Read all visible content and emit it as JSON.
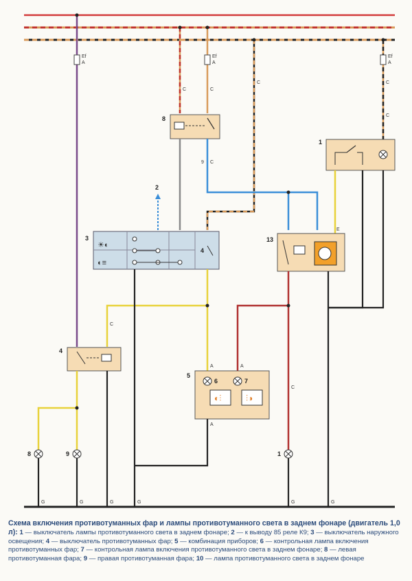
{
  "diagram": {
    "fuse_labels": {
      "ef": "Ef",
      "a": "A"
    },
    "connector_labels": {
      "c": "C",
      "a": "A",
      "g": "G",
      "e": "E",
      "pin9": "9"
    },
    "component_numbers": {
      "n1_top": "1",
      "n2": "2",
      "n3": "3",
      "n4_switch": "4",
      "n4_relay": "4",
      "n5": "5",
      "n6": "6",
      "n7": "7",
      "n8_relay": "8",
      "n13": "13",
      "n8_lamp": "8",
      "n9_lamp": "9",
      "n1_lamp": "1"
    },
    "wire_colors": {
      "red": "#d23a3a",
      "yellow": "#e8d23a",
      "blue": "#3a8ed8",
      "purple": "#7a4a8a",
      "orange": "#d89a5a",
      "gray": "#8a8a8a",
      "black": "#222222",
      "darkred": "#b03030"
    },
    "component_fill": "#f6dcb4",
    "switch_fill": "#cddde8"
  },
  "caption": {
    "title": "Схема включения противотуманных фар и лампы противотуманного света в заднем фонаре (двигатель 1,0 л):",
    "items": [
      {
        "num": "1",
        "text": "— выключатель лампы противотуманного света в заднем фонаре;"
      },
      {
        "num": "2",
        "text": "— к выводу 85 реле К9;"
      },
      {
        "num": "3",
        "text": "— выключатель наружного освещения;"
      },
      {
        "num": "4",
        "text": "— выключатель противотуманных фар;"
      },
      {
        "num": "5",
        "text": "— комбинация приборов;"
      },
      {
        "num": "6",
        "text": "— контрольная лампа включения противотуманных фар;"
      },
      {
        "num": "7",
        "text": "— контрольная лампа включения противотуманного света в заднем фонаре;"
      },
      {
        "num": "8",
        "text": "— левая противотуманная фара;"
      },
      {
        "num": "9",
        "text": "— правая противотуманная фара;"
      },
      {
        "num": "10",
        "text": "— лампа противотуманного света в заднем фонаре"
      }
    ]
  }
}
